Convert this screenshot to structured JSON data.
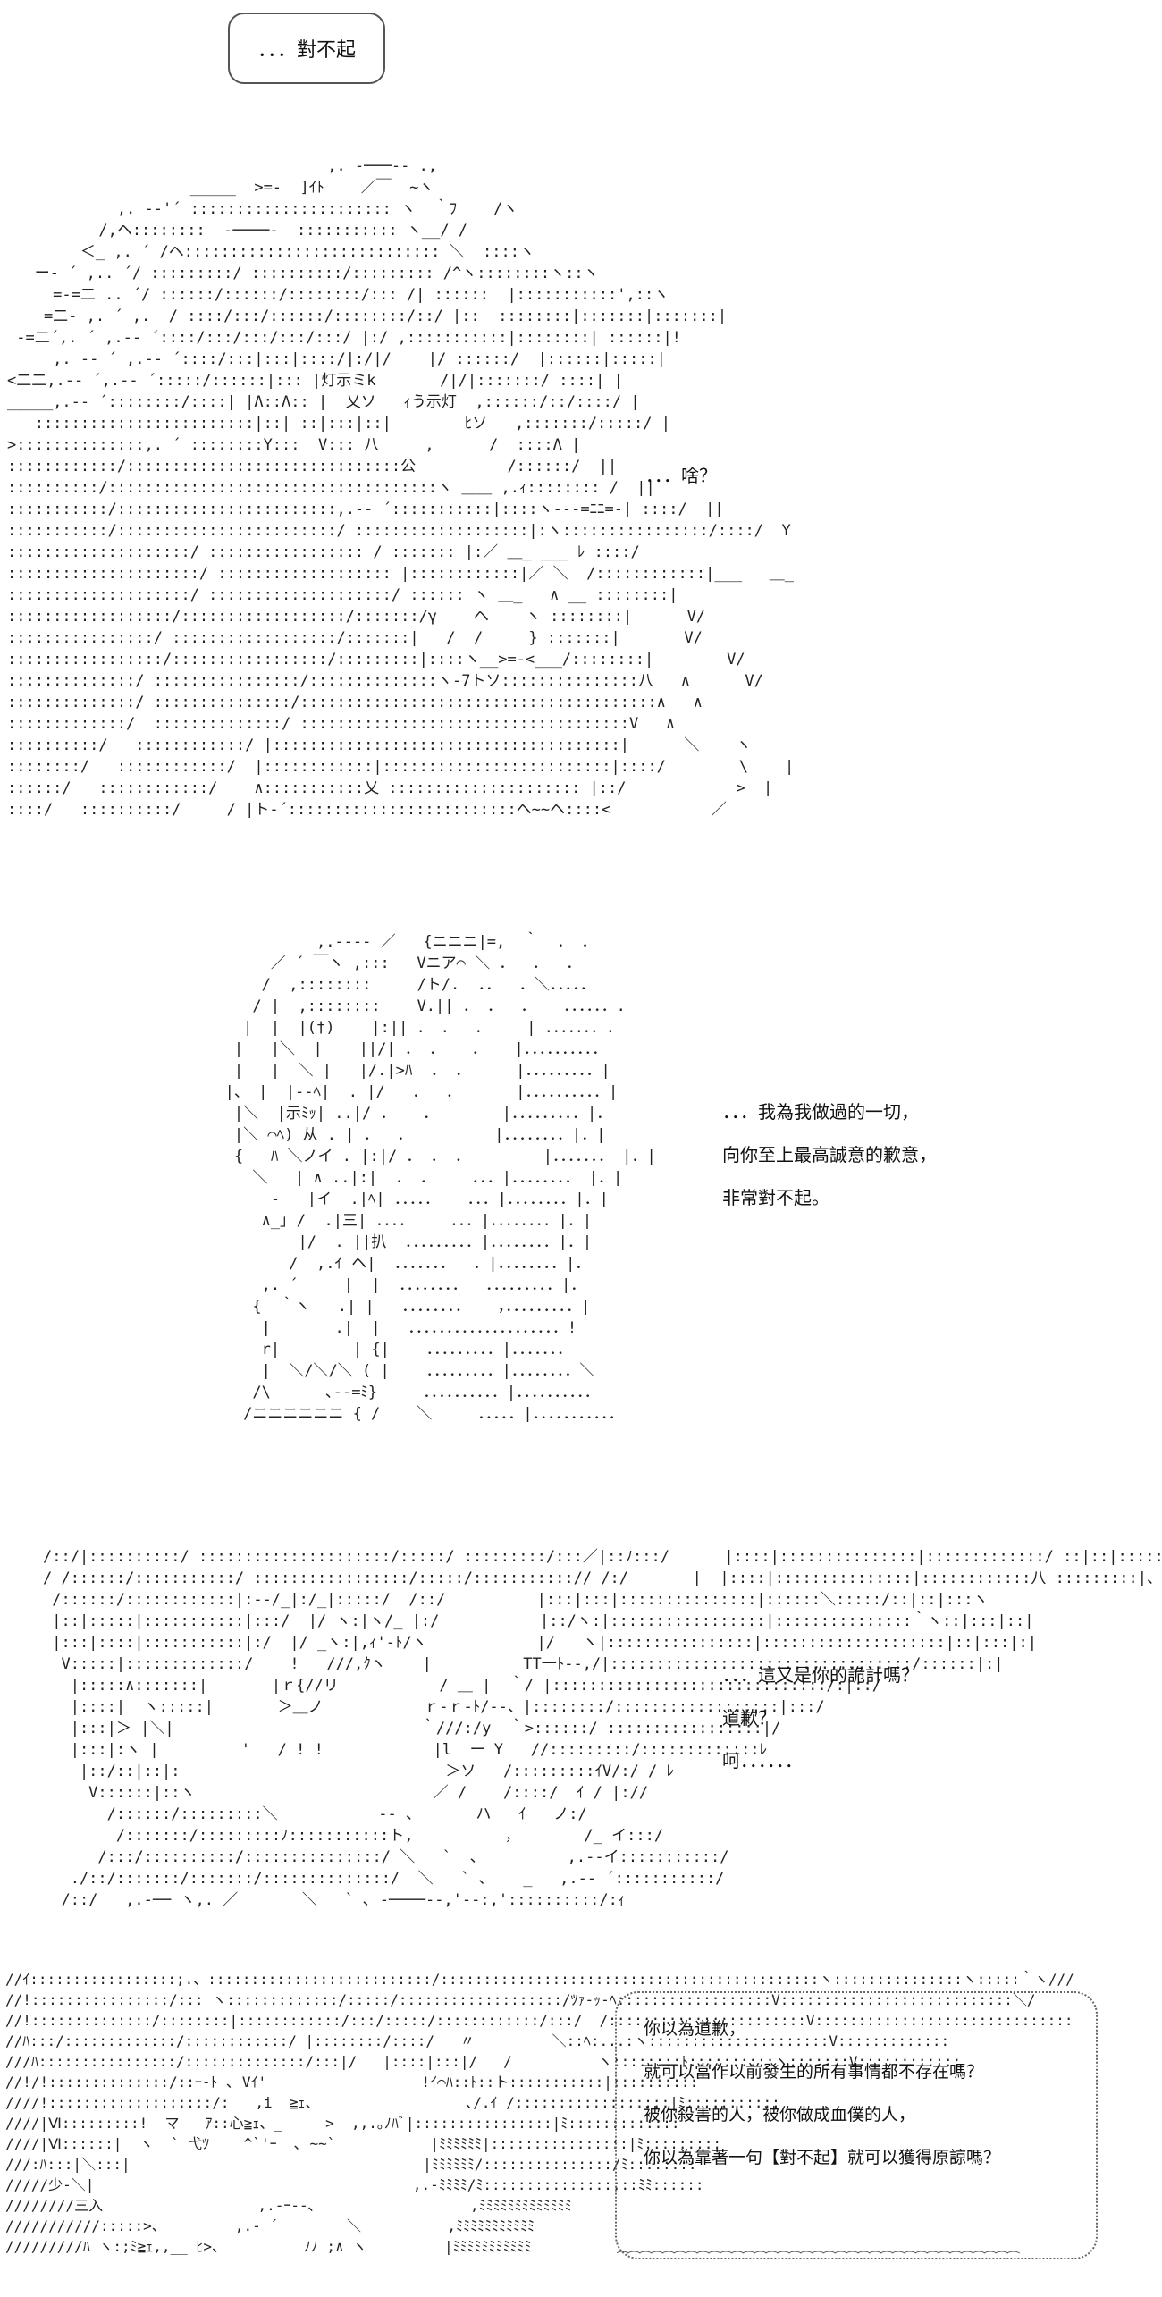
{
  "panel1": {
    "bubble_text": "．．．對不起",
    "speech": [
      "．．．啥？"
    ]
  },
  "panel2": {
    "speech": [
      "．．．我為我做過的一切，",
      "向你至上最高誠意的歉意，",
      "非常對不起。"
    ]
  },
  "panel3": {
    "speech": [
      "．．．這又是你的詭計嗎？",
      "道歉？",
      "呵．．．．．．"
    ]
  },
  "panel4": {
    "box_lines": [
      "你以為道歉，",
      "就可以當作以前發生的所有事情都不存在嗎？",
      "被你殺害的人，被你做成血僕的人，",
      "你以為靠著一句【對不起】就可以獲得原諒嗎？"
    ]
  }
}
